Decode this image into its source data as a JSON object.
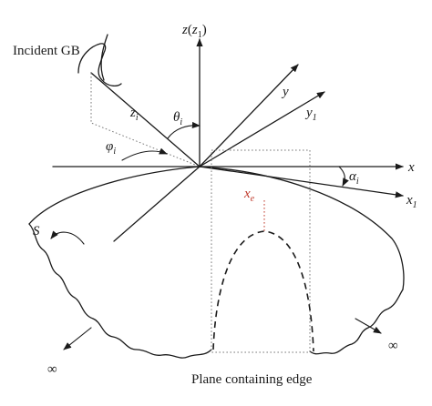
{
  "labels": {
    "incident": "Incident GB",
    "z_axis": "z",
    "z_paren_open": "(",
    "z_axis_sub": "z",
    "z1_sub": "1",
    "z_paren_close": ")",
    "zi": "z",
    "zi_sub": "i",
    "theta": "θ",
    "theta_sub": "i",
    "phi": "φ",
    "phi_sub": "i",
    "y": "y",
    "y1": "y",
    "y1_sub": "1",
    "x": "x",
    "x1": "x",
    "x1_sub": "1",
    "alpha": "α",
    "alpha_sub": "i",
    "xe": "x",
    "xe_sub": "e",
    "S": "S",
    "inf_left": "∞",
    "inf_right": "∞",
    "caption": "Plane containing edge"
  },
  "colors": {
    "line": "#1a1a1a",
    "accent": "#c0392b",
    "dotted": "#7a7a7a"
  }
}
